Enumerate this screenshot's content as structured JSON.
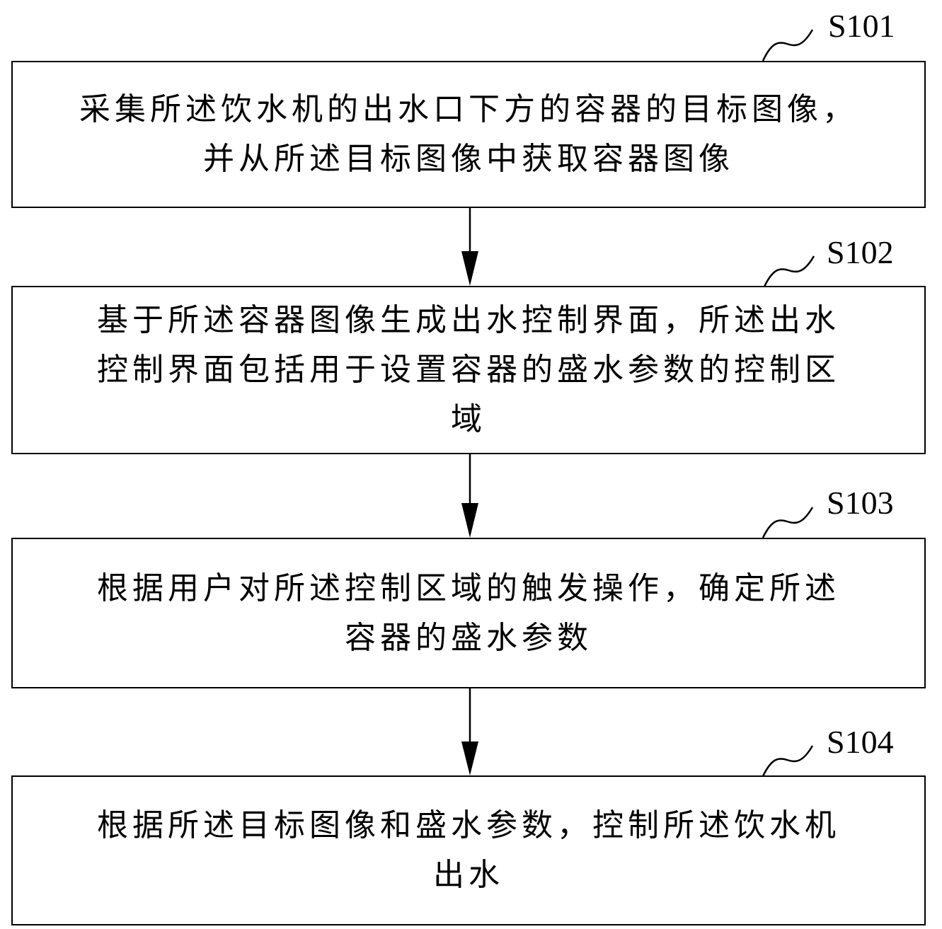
{
  "steps": [
    {
      "id": "S101",
      "lines": [
        "采集所述饮水机的出水口下方的容器的目标图像，",
        "并从所述目标图像中获取容器图像"
      ]
    },
    {
      "id": "S102",
      "lines": [
        "基于所述容器图像生成出水控制界面，所述出水",
        "控制界面包括用于设置容器的盛水参数的控制区",
        "域"
      ]
    },
    {
      "id": "S103",
      "lines": [
        "根据用户对所述控制区域的触发操作，确定所述",
        "容器的盛水参数"
      ]
    },
    {
      "id": "S104",
      "lines": [
        "根据所述目标图像和盛水参数，控制所述饮水机",
        "出水"
      ]
    }
  ]
}
